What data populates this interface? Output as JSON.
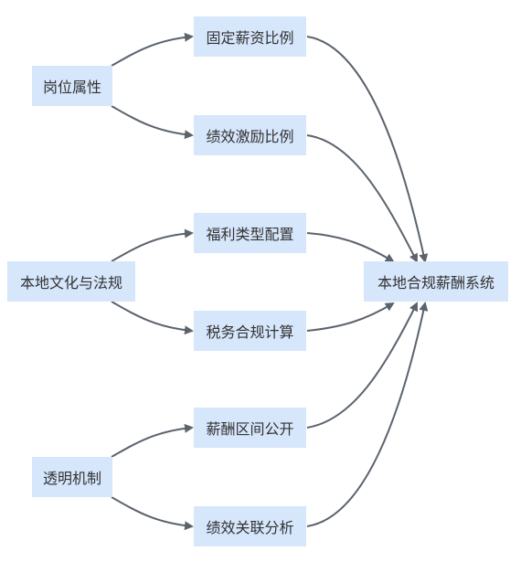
{
  "diagram": {
    "edge_color": "#5b636d",
    "node_fill": "#d6e6fb",
    "text_color": "#333333",
    "nodes": [
      {
        "id": "gangwei",
        "label": "岗位属性"
      },
      {
        "id": "guding",
        "label": "固定薪资比例"
      },
      {
        "id": "jixiao",
        "label": "绩效激励比例"
      },
      {
        "id": "bendiwenhua",
        "label": "本地文化与法规"
      },
      {
        "id": "fuli",
        "label": "福利类型配置"
      },
      {
        "id": "shuiwu",
        "label": "税务合规计算"
      },
      {
        "id": "toumingjizhi",
        "label": "透明机制"
      },
      {
        "id": "qujian",
        "label": "薪酬区间公开"
      },
      {
        "id": "guanlian",
        "label": "绩效关联分析"
      },
      {
        "id": "xitong",
        "label": "本地合规薪酬系统"
      }
    ],
    "edges": [
      {
        "from": "gangwei",
        "to": "guding"
      },
      {
        "from": "gangwei",
        "to": "jixiao"
      },
      {
        "from": "bendiwenhua",
        "to": "fuli"
      },
      {
        "from": "bendiwenhua",
        "to": "shuiwu"
      },
      {
        "from": "toumingjizhi",
        "to": "qujian"
      },
      {
        "from": "toumingjizhi",
        "to": "guanlian"
      },
      {
        "from": "guding",
        "to": "xitong"
      },
      {
        "from": "jixiao",
        "to": "xitong"
      },
      {
        "from": "fuli",
        "to": "xitong"
      },
      {
        "from": "shuiwu",
        "to": "xitong"
      },
      {
        "from": "qujian",
        "to": "xitong"
      },
      {
        "from": "guanlian",
        "to": "xitong"
      }
    ]
  }
}
